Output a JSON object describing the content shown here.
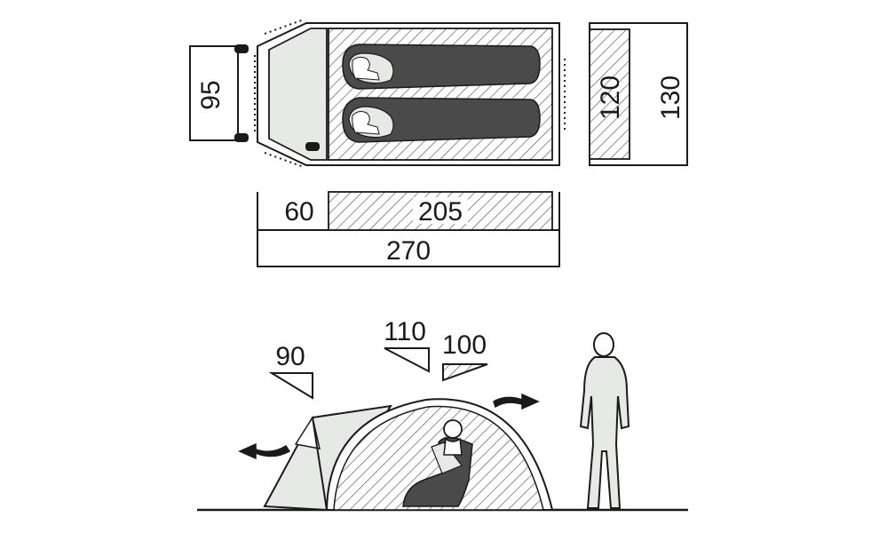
{
  "colors": {
    "line": "#1a1a1a",
    "fill_light": "#e6e9e6",
    "sleeping_bag": "#4a4a4a",
    "hatch": "#555555",
    "background": "#ffffff"
  },
  "top_view": {
    "width_outer": "95",
    "inner_width": "120",
    "outer_width": "130"
  },
  "length": {
    "vestibule": "60",
    "inner": "205",
    "total": "270"
  },
  "side_view": {
    "vestibule_height": "90",
    "outer_height": "110",
    "inner_height": "100"
  },
  "icons": [
    "person-standing-icon",
    "person-sitting-icon",
    "sleeping-bag-icon",
    "vent-arrow-icon",
    "tent-peg-icon"
  ]
}
